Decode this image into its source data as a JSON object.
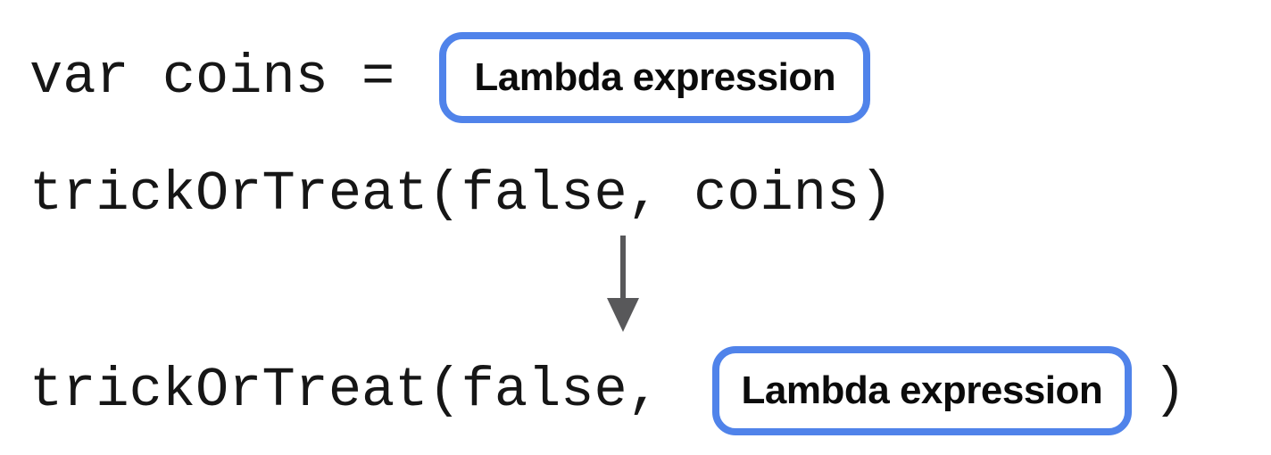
{
  "code": {
    "assignment_prefix": "var coins =",
    "call_with_variable": "trickOrTreat(false, coins)",
    "inlined_call_prefix": "trickOrTreat(false,",
    "inlined_call_suffix": ")"
  },
  "lambda_box": {
    "label": "Lambda expression"
  },
  "icons": {
    "down_arrow": "↓"
  },
  "colors": {
    "background": "#FFFFFF",
    "lambda_box_border": "#5083EA",
    "lambda_box_fill": "#FFFFFF",
    "code_text": "#161616",
    "label_text": "#0B0B0B",
    "arrow": "#58585A"
  }
}
